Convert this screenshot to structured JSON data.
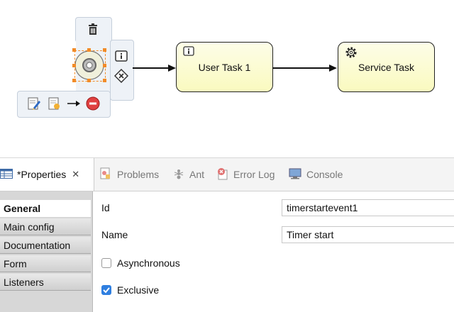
{
  "diagram": {
    "user_task": "User Task 1",
    "service_task": "Service Task",
    "palette_icons": [
      "trash-icon",
      "user-task-icon",
      "gateway-icon",
      "script-task-icon",
      "note-icon",
      "sequence-arrow-icon",
      "end-event-icon"
    ]
  },
  "view_tabs": [
    {
      "label": "*Properties",
      "icon": "properties-icon"
    },
    {
      "label": "Problems",
      "icon": "problems-icon"
    },
    {
      "label": "Ant",
      "icon": "ant-icon"
    },
    {
      "label": "Error Log",
      "icon": "error-log-icon"
    },
    {
      "label": "Console",
      "icon": "console-icon"
    }
  ],
  "sidebar": {
    "items": [
      {
        "label": "General"
      },
      {
        "label": "Main config"
      },
      {
        "label": "Documentation"
      },
      {
        "label": "Form"
      },
      {
        "label": "Listeners"
      }
    ]
  },
  "form": {
    "id_label": "Id",
    "id_value": "timerstartevent1",
    "name_label": "Name",
    "name_value": "Timer start",
    "async_label": "Asynchronous",
    "async_checked": false,
    "exclusive_label": "Exclusive",
    "exclusive_checked": true
  },
  "colors": {
    "accent": "#2f7fe0",
    "selection": "#f28b27",
    "task_fill": "#fafabf"
  }
}
